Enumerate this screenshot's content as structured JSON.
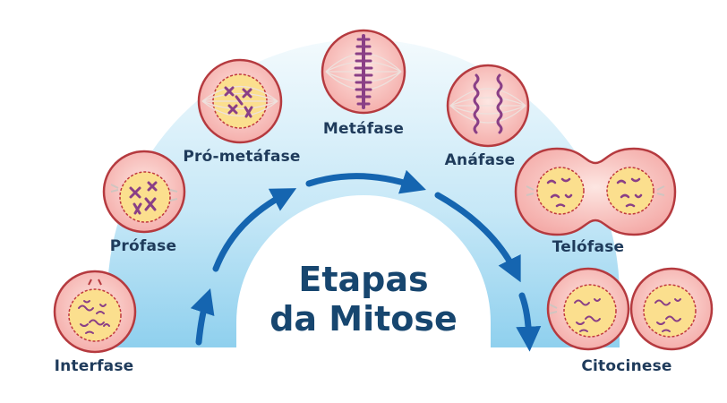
{
  "title_line1": "Etapas",
  "title_line2": "da Mitose",
  "stages": [
    "Interfase",
    "Prófase",
    "Pró-metáfase",
    "Metáfase",
    "Anáfase",
    "Telófase",
    "Citocinese"
  ],
  "colors": {
    "arc_light": "#eaf6fc",
    "arc_dark": "#8fd0ee",
    "arrow": "#1565b0",
    "cell_fill": "#f7b9b6",
    "cell_outline": "#b53a3f",
    "nucleus_fill": "#fbdf8e",
    "chromosome": "#8a3f86",
    "label": "#1f3b5b",
    "title": "#17466f"
  },
  "icons": [
    "cell-interfase-icon",
    "cell-profase-icon",
    "cell-prometafase-icon",
    "cell-metafase-icon",
    "cell-anafase-icon",
    "cell-telofase-icon",
    "cell-citocinese-icon"
  ]
}
